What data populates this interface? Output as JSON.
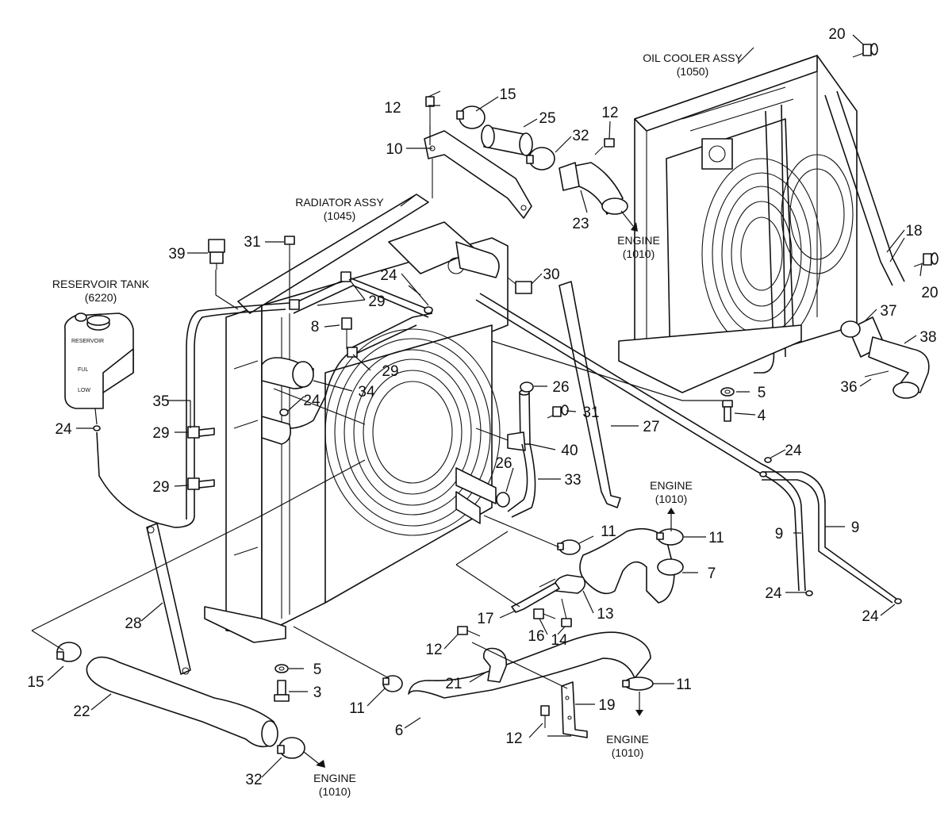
{
  "assembly_labels": {
    "oil_cooler": {
      "name": "OIL COOLER ASSY",
      "ref": "(1050)"
    },
    "radiator": {
      "name": "RADIATOR ASSY",
      "ref": "(1045)"
    },
    "reservoir": {
      "name": "RESERVOIR TANK",
      "ref": "(6220)"
    }
  },
  "engine_refs": [
    {
      "name": "ENGINE",
      "ref": "(1010)"
    },
    {
      "name": "ENGINE",
      "ref": "(1010)"
    },
    {
      "name": "ENGINE",
      "ref": "(1010)"
    },
    {
      "name": "ENGINE",
      "ref": "(1010)"
    }
  ],
  "callouts": [
    "20",
    "12",
    "15",
    "25",
    "32",
    "12",
    "10",
    "23",
    "39",
    "31",
    "30",
    "18",
    "20",
    "37",
    "38",
    "36",
    "24",
    "29",
    "8",
    "24",
    "29",
    "5",
    "4",
    "34",
    "26",
    "31",
    "35",
    "27",
    "24",
    "40",
    "24",
    "29",
    "26",
    "33",
    "29",
    "11",
    "9",
    "9",
    "7",
    "11",
    "28",
    "13",
    "17",
    "16",
    "14",
    "24",
    "24",
    "12",
    "5",
    "21",
    "11",
    "15",
    "3",
    "11",
    "19",
    "22",
    "6",
    "12",
    "32"
  ],
  "reservoir_text": [
    "RESERVOIR",
    "FUL",
    "LOW"
  ]
}
